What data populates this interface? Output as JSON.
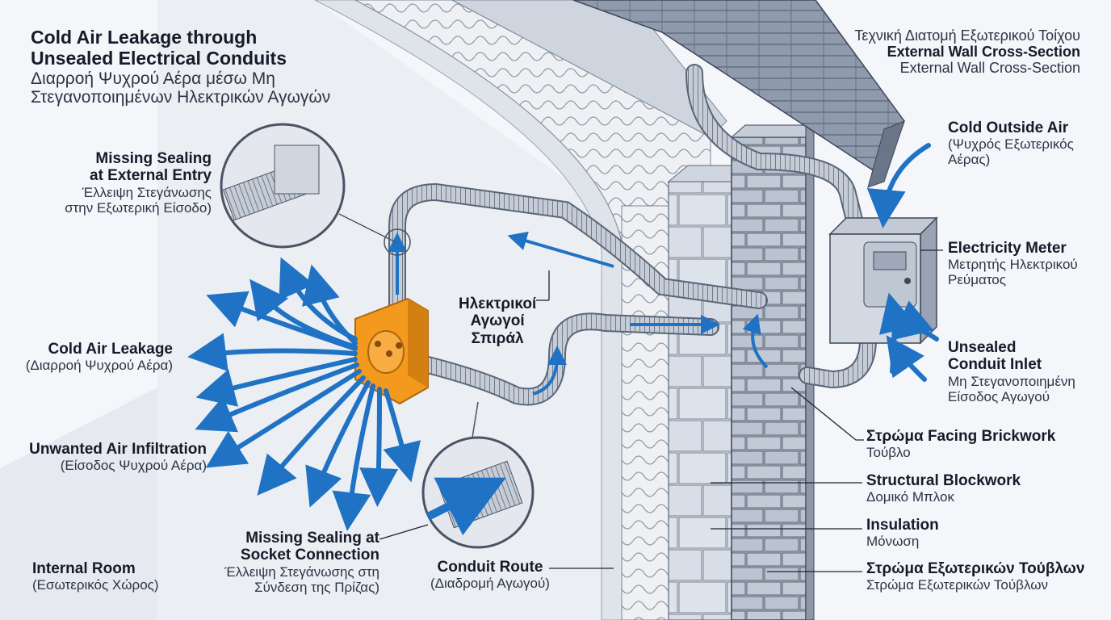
{
  "title": {
    "line1": "Cold Air Leakage through",
    "line2": "Unsealed Electrical Conduits",
    "line3": "Διαρροή Ψυχρού Αέρα μέσω Μη",
    "line4": "Στεγανοποιημένων Ηλεκτρικών Αγωγών"
  },
  "section_title": {
    "line1": "Τεχνική Διατομή Εξωτερικού Τοίχου",
    "line2": "External Wall Cross-Section",
    "line3": "External Wall Cross-Section"
  },
  "labels": {
    "missing_external": {
      "l1": "Missing Sealing",
      "l2": "at External Entry",
      "l3": "Έλλειψη Στεγάνωσης",
      "l4": "στην Εξωτερική Είσοδο)"
    },
    "cold_leak": {
      "l1": "Cold Air Leakage",
      "l2": "(Διαρροή Ψυχρού Αέρα)"
    },
    "infiltration": {
      "l1": "Unwanted Air Infiltration",
      "l2": "(Είσοδος Ψυχρού Αέρα)"
    },
    "missing_socket": {
      "l1": "Missing Sealing at",
      "l2": "Socket Connection",
      "l3": "Έλλειψη Στεγάνωσης στη",
      "l4": "Σύνδεση της Πρίζας)"
    },
    "internal_room": {
      "l1": "Internal Room",
      "l2": "(Εσωτερικός Χώρος)"
    },
    "conduits": {
      "l1": "Ηλεκτρικοί",
      "l2": "Αγωγοί",
      "l3": "Σπιράλ"
    },
    "conduit_route": {
      "l1": "Conduit Route",
      "l2": "(Διαδρομή Αγωγού)"
    },
    "cold_outside": {
      "l1": "Cold Outside Air",
      "l2": "(Ψυχρός Εξωτερικός",
      "l3": "Αέρας)"
    },
    "meter": {
      "l1": "Electricity Meter",
      "l2": "Μετρητής Ηλεκτρικού",
      "l3": "Ρεύματος"
    },
    "unsealed_inlet": {
      "l1": "Unsealed",
      "l2": "Conduit Inlet",
      "l3": "Μη Στεγανοποιημένη",
      "l4": "Είσοδος Αγωγού"
    },
    "facing_brick": {
      "l1": "Στρώμα Facing Brickwork",
      "l2": "Τούβλο"
    },
    "structural": {
      "l1": "Structural Blockwork",
      "l2": "Δομικό Μπλοκ"
    },
    "insulation": {
      "l1": "Insulation",
      "l2": "Μόνωση"
    },
    "outer_brick": {
      "l1": "Στρώμα Εξωτερικών Τούβλων",
      "l2": "Στρώμα Εξωτερικών Τούβλων"
    }
  },
  "colors": {
    "arrow_blue": "#1f72c4",
    "socket_orange": "#f39a1e",
    "brick": "#b3bccb",
    "wall_bg": "#e9edf3",
    "roof": "#8a95a8"
  }
}
